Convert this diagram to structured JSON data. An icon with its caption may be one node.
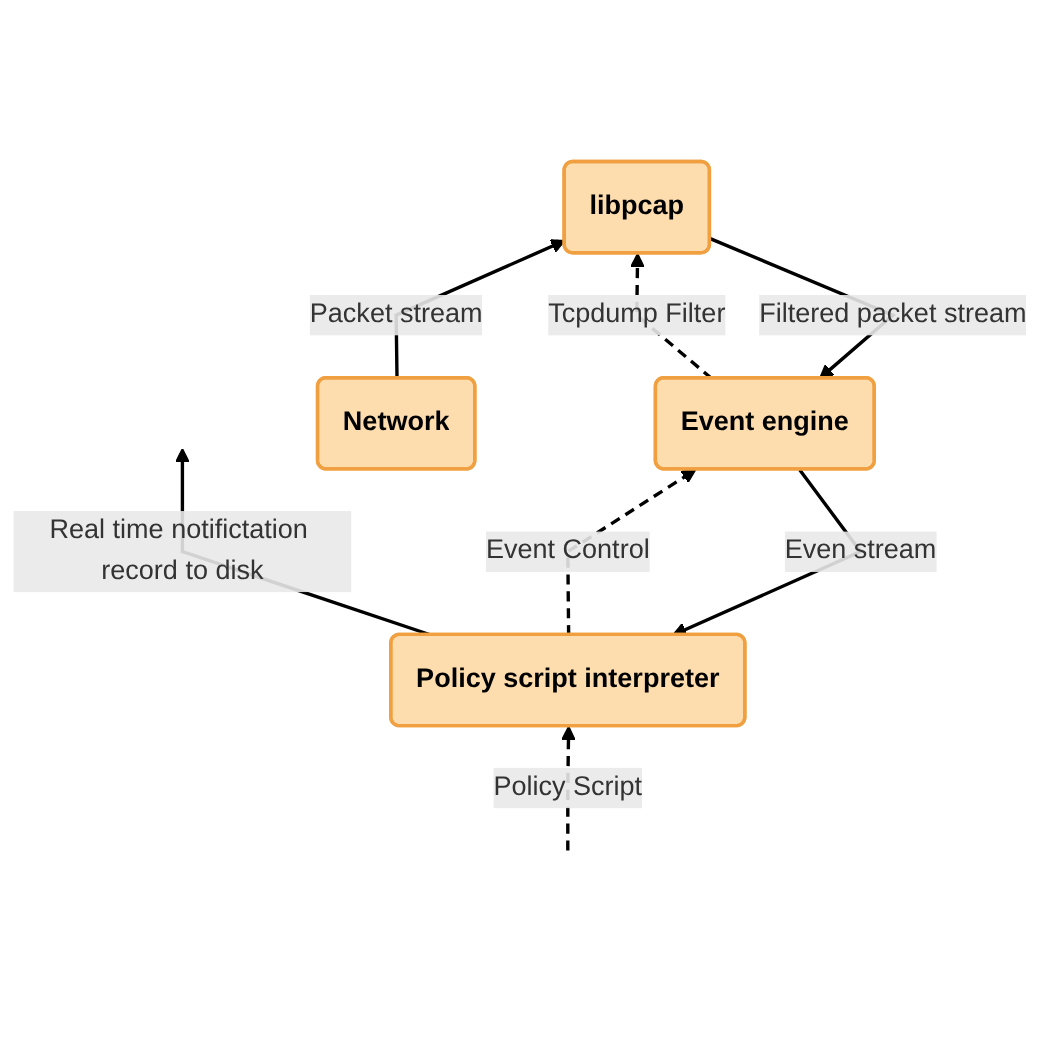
{
  "diagram": {
    "nodes": [
      {
        "text": [
          "Policy script interpreter"
        ]
      },
      {
        "text": [
          "Event engine"
        ]
      },
      {
        "text": [
          "libpcap"
        ]
      },
      {
        "text": [
          "Network"
        ]
      }
    ],
    "edges": [
      {
        "from": null,
        "to": 0,
        "arrow": "to",
        "label": "Policy Script",
        "style": "dashed"
      },
      {
        "from": 0,
        "to": null,
        "arrow": "to",
        "label": "Real time notifictation record to disk"
      },
      {
        "from": 0,
        "to": 1,
        "arrow": "to",
        "label": "Event Control",
        "style": "dashed"
      },
      {
        "from": 1,
        "to": 0,
        "arrow": "to",
        "label": "Even stream"
      },
      {
        "from": 1,
        "to": 2,
        "arrow": "to",
        "label": "Tcpdump Filter",
        "style": "dashed"
      },
      {
        "from": 2,
        "to": 1,
        "arrow": "to",
        "label": "Filtered packet stream"
      },
      {
        "from": 3,
        "to": 2,
        "arrow": "to",
        "label": "Packet stream"
      }
    ]
  }
}
